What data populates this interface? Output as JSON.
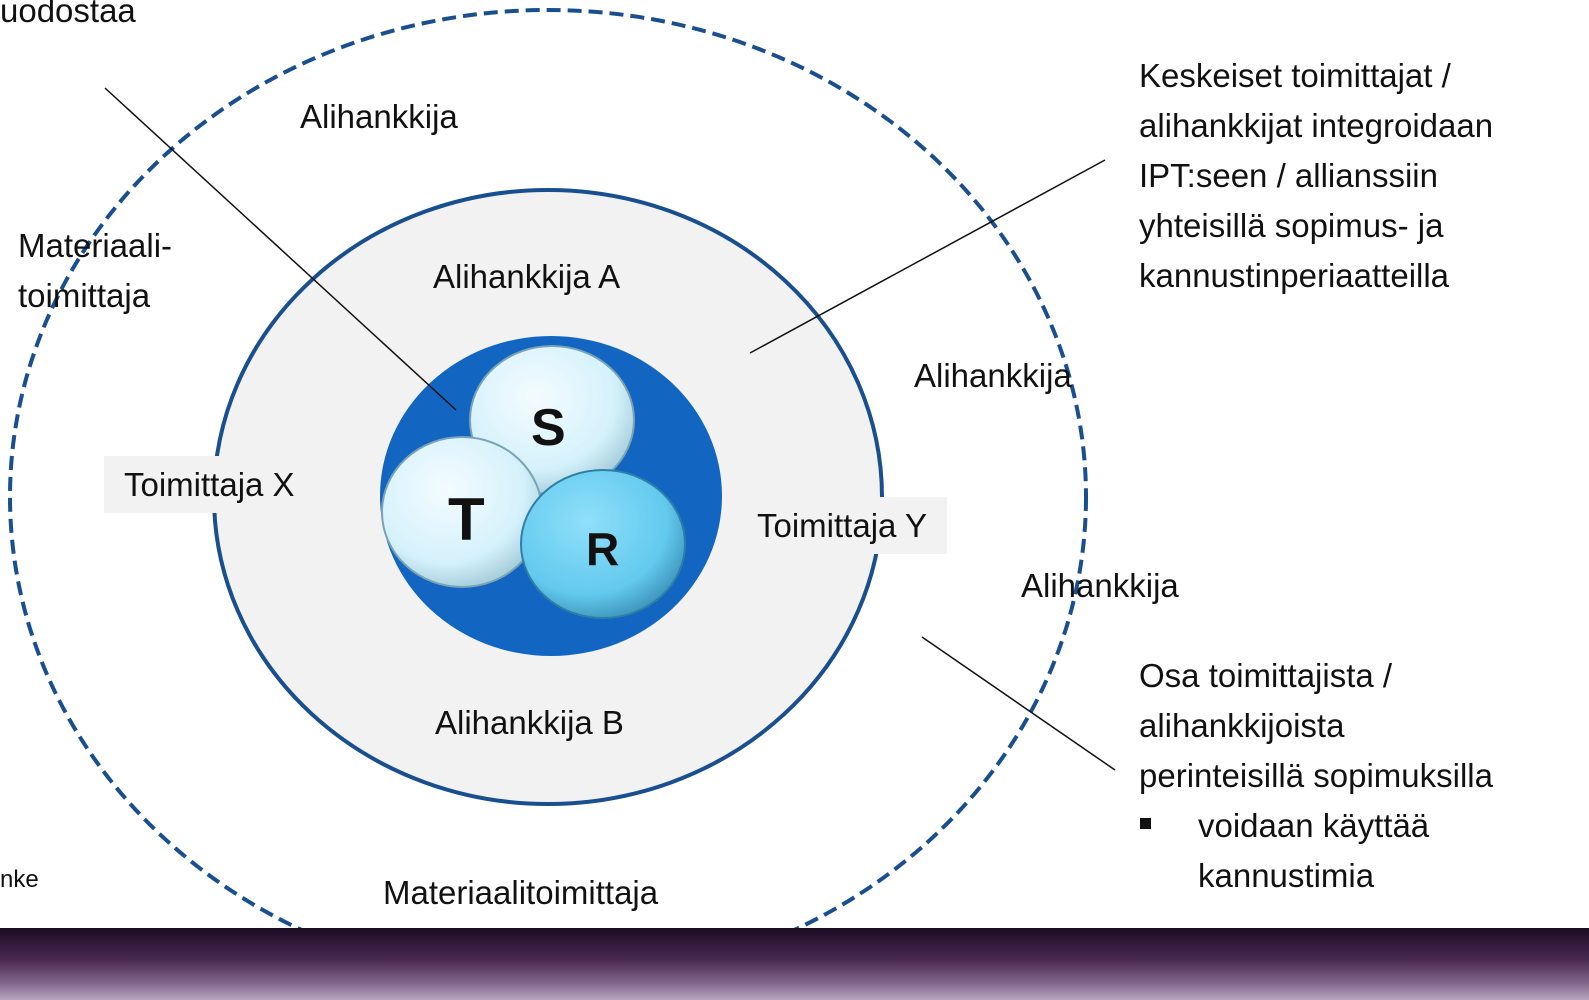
{
  "diagram": {
    "top_fragment": "uodostaa",
    "bottom_left_fragment": "nke",
    "core": {
      "letters": [
        "S",
        "T",
        "R"
      ]
    },
    "inner_ring": {
      "top": "Alihankkija A",
      "bottom": "Alihankkija B",
      "left": "Toimittaja X",
      "right": "Toimittaja Y"
    },
    "outer_ring": {
      "top": "Alihankkija",
      "upper_left_line1": "Materiaali-",
      "upper_left_line2": "toimittaja",
      "right_upper": "Alihankkija",
      "right_lower": "Alihankkija",
      "bottom": "Materiaalitoimittaja"
    },
    "annotations": {
      "top_right": [
        "Keskeiset toimittajat /",
        "alihankkijat integroidaan",
        "IPT:seen / allianssiin",
        "yhteisillä sopimus- ja",
        "kannustinperiaatteilla"
      ],
      "bottom_right": [
        "Osa toimittajista /",
        "alihankkijoista",
        "perinteisillä sopimuksilla"
      ],
      "bottom_right_bullet": [
        "voidaan käyttää",
        "kannustimia"
      ]
    }
  },
  "colors": {
    "ring_stroke": "#1a4f8f",
    "inner_fill": "#f2f2f2",
    "core_fill": "#1266c2",
    "bubble_light": "#d9f3fb",
    "bubble_r": "#6fd0f2"
  }
}
